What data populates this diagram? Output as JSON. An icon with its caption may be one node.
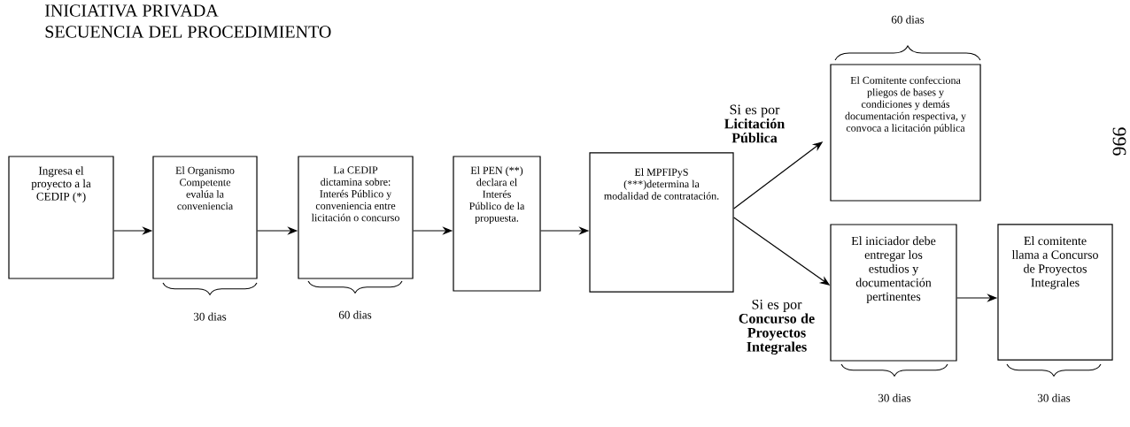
{
  "diagram": {
    "title": "INICIATIVA PRIVADA",
    "nodes": [
      {
        "text": [
          "Ingresa el proyecto a la CEDIP (*)"
        ]
      },
      {
        "text": [
          "El Organismo Competente evalúa la conveniencia"
        ],
        "beside": [
          "30 dias"
        ]
      },
      {
        "text": [
          "La CEDIP dictamina sobre: Interés Público y conveniencia entre licitación o concurso"
        ],
        "beside": [
          "60 dias"
        ]
      },
      {
        "text": [
          "El PEN (**) declara el Interés Público de la propuesta."
        ]
      },
      {
        "text": [
          "El MPFIPyS (***)determina la modalidad de contratación."
        ]
      },
      {
        "text": [
          "El Comitente confecciona pliegos de bases y condiciones y demás documentación respectiva, y convoca a licitación pública"
        ],
        "beside": [
          "60 dias"
        ]
      },
      {
        "text": [
          "El iniciador debe entregar los estudios y documentación pertinentes"
        ],
        "beside": [
          "30 dias"
        ]
      },
      {
        "text": [
          "El comitente llama a Concurso de Proyectos Integrales"
        ],
        "beside": [
          "30 dias"
        ]
      }
    ],
    "edges": [
      {
        "from": 0,
        "to": 1,
        "arrow": "to"
      },
      {
        "from": 1,
        "to": 2,
        "arrow": "to"
      },
      {
        "from": 2,
        "to": 3,
        "arrow": "to"
      },
      {
        "from": 3,
        "to": 4,
        "arrow": "to"
      },
      {
        "from": 4,
        "to": 5,
        "arrow": "to",
        "label": "Si es por **Licitación Pública**"
      },
      {
        "from": 4,
        "to": 6,
        "arrow": "to",
        "label": "Si es por **Concurso de Proyectos Integrales**"
      },
      {
        "from": 6,
        "to": 7,
        "arrow": "to"
      }
    ],
    "labels": [
      "SECUENCIA DEL PROCEDIMIENTO",
      "996"
    ]
  }
}
